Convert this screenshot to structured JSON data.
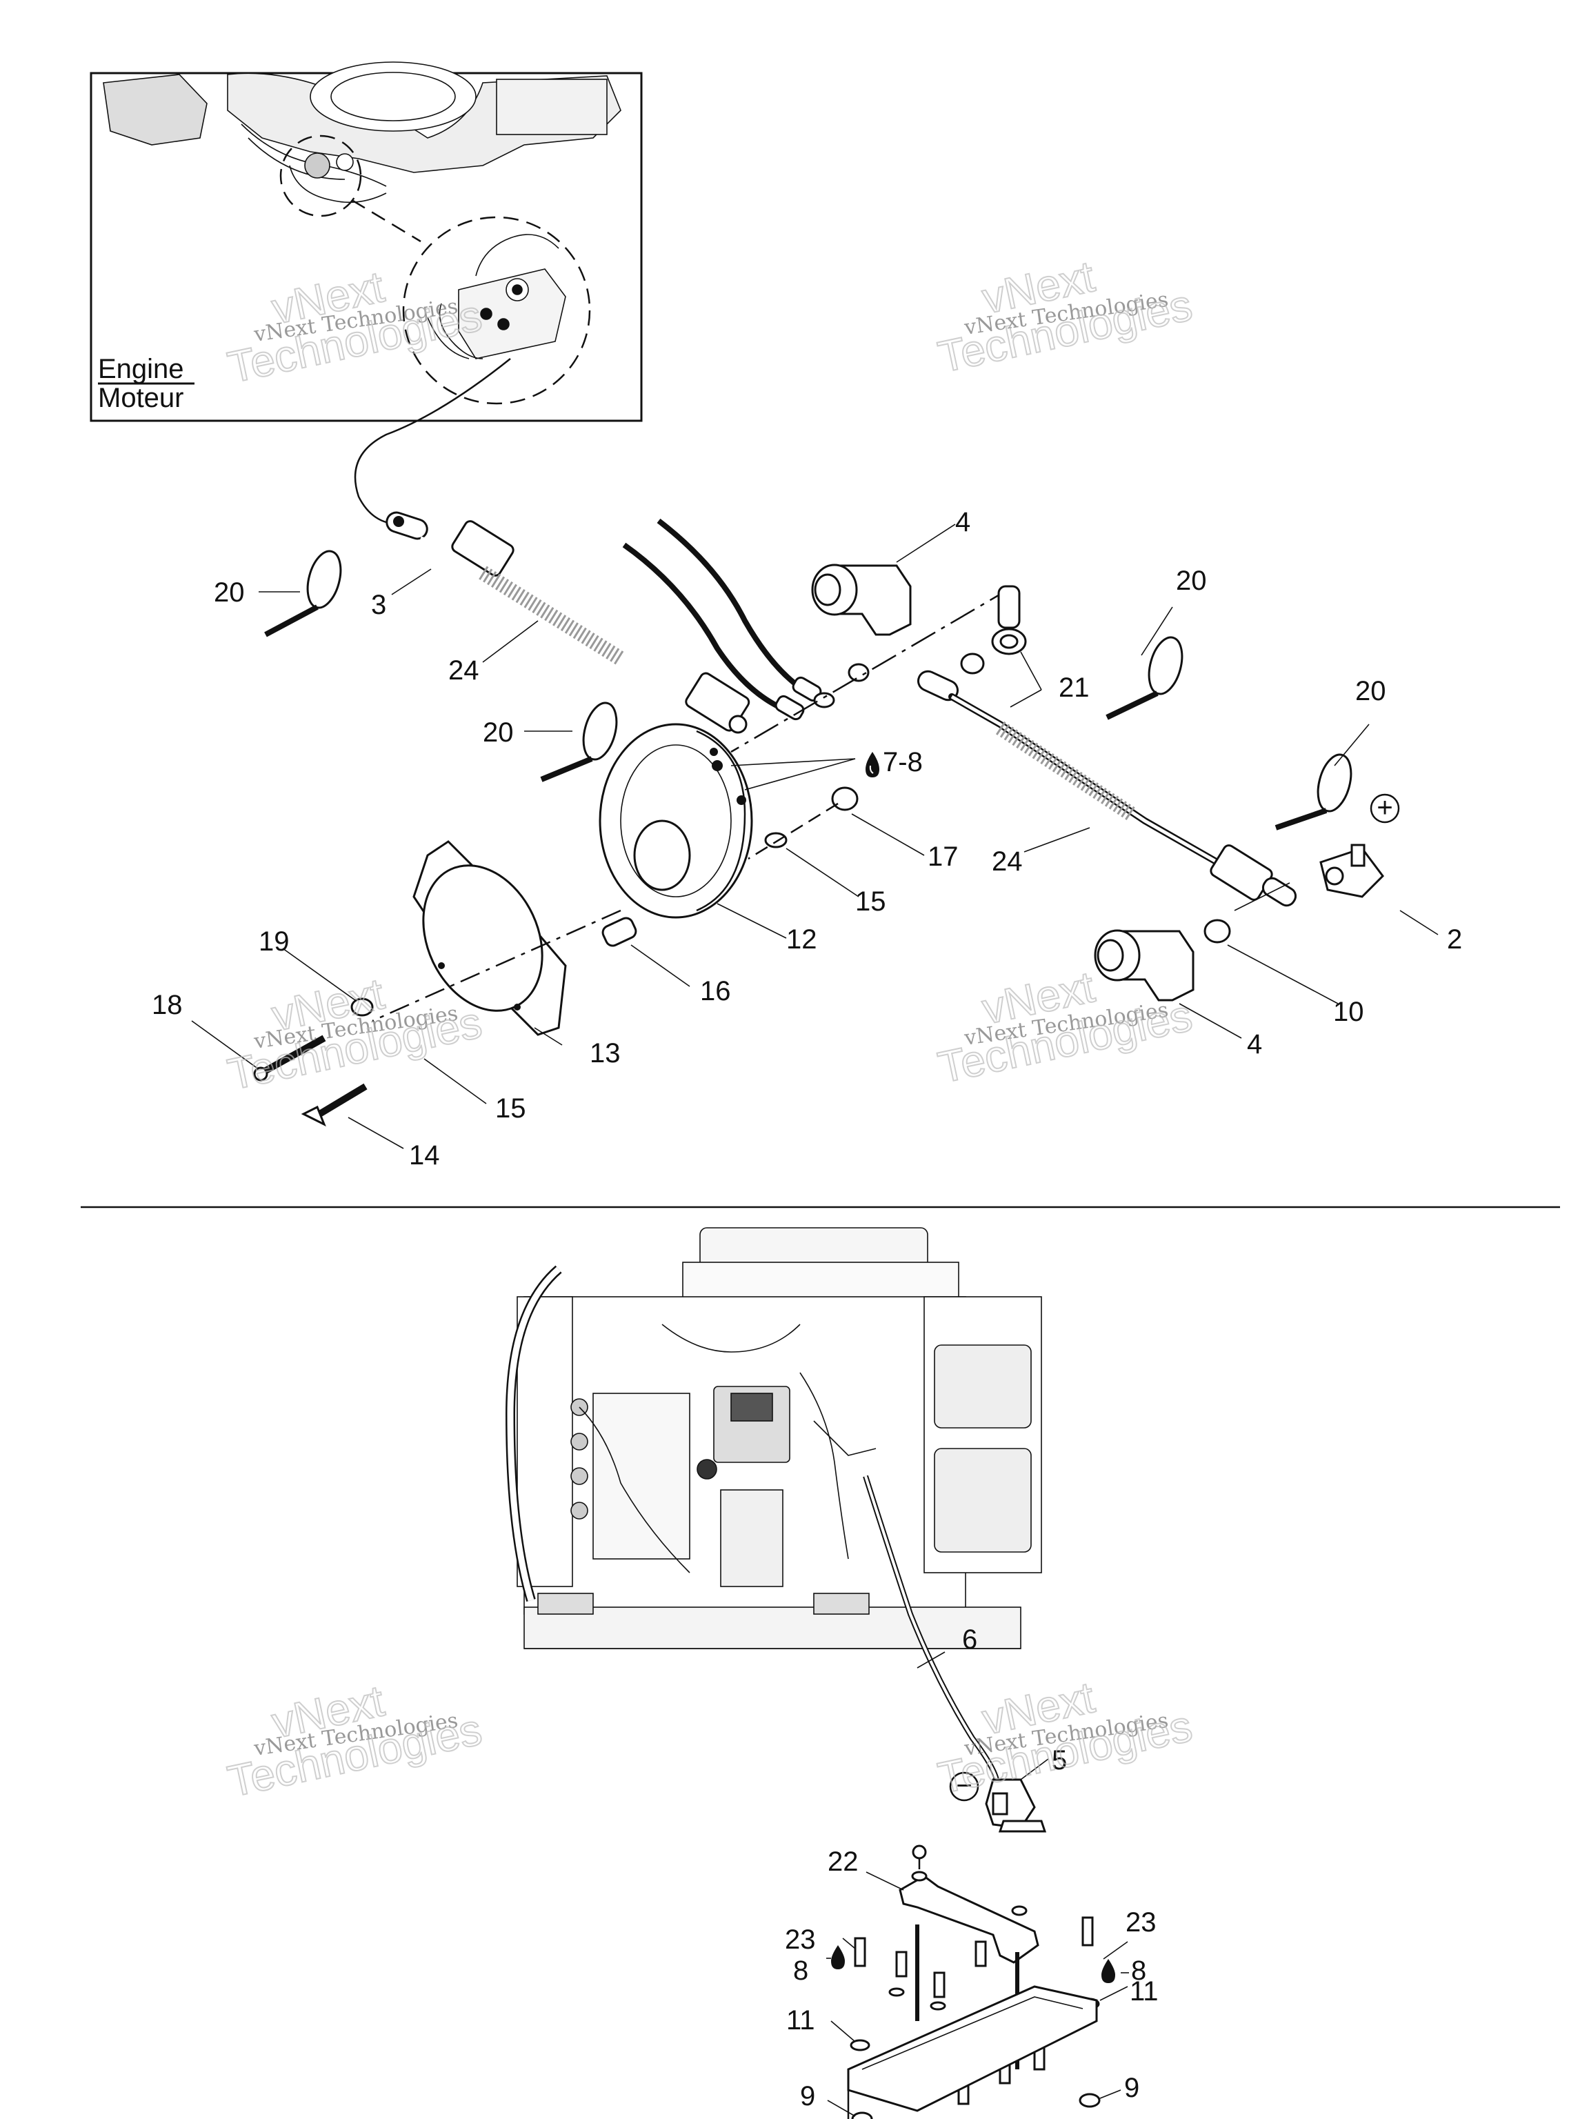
{
  "inset": {
    "label_en": "Engine",
    "label_fr": "Moteur"
  },
  "watermark": {
    "line1": "vNext Technologies",
    "line2": "vNext",
    "line3": "Technologies"
  },
  "callouts": {
    "c2": "2",
    "c3": "3",
    "c4a": "4",
    "c4b": "4",
    "c5": "5",
    "c6": "6",
    "c7_8": "7-8",
    "c8a": "8",
    "c8b": "8",
    "c9a": "9",
    "c9b": "9",
    "c10": "10",
    "c11a": "11",
    "c11b": "11",
    "c12": "12",
    "c13": "13",
    "c14": "14",
    "c15a": "15",
    "c15b": "15",
    "c16": "16",
    "c17": "17",
    "c18": "18",
    "c19": "19",
    "c20a": "20",
    "c20b": "20",
    "c20c": "20",
    "c20d": "20",
    "c21": "21",
    "c22": "22",
    "c23a": "23",
    "c23b": "23",
    "c24a": "24",
    "c24b": "24"
  },
  "symbols": {
    "positive": "+",
    "negative": "−"
  },
  "icons": [
    "drop-icon",
    "positive-terminal-icon",
    "negative-terminal-icon"
  ]
}
